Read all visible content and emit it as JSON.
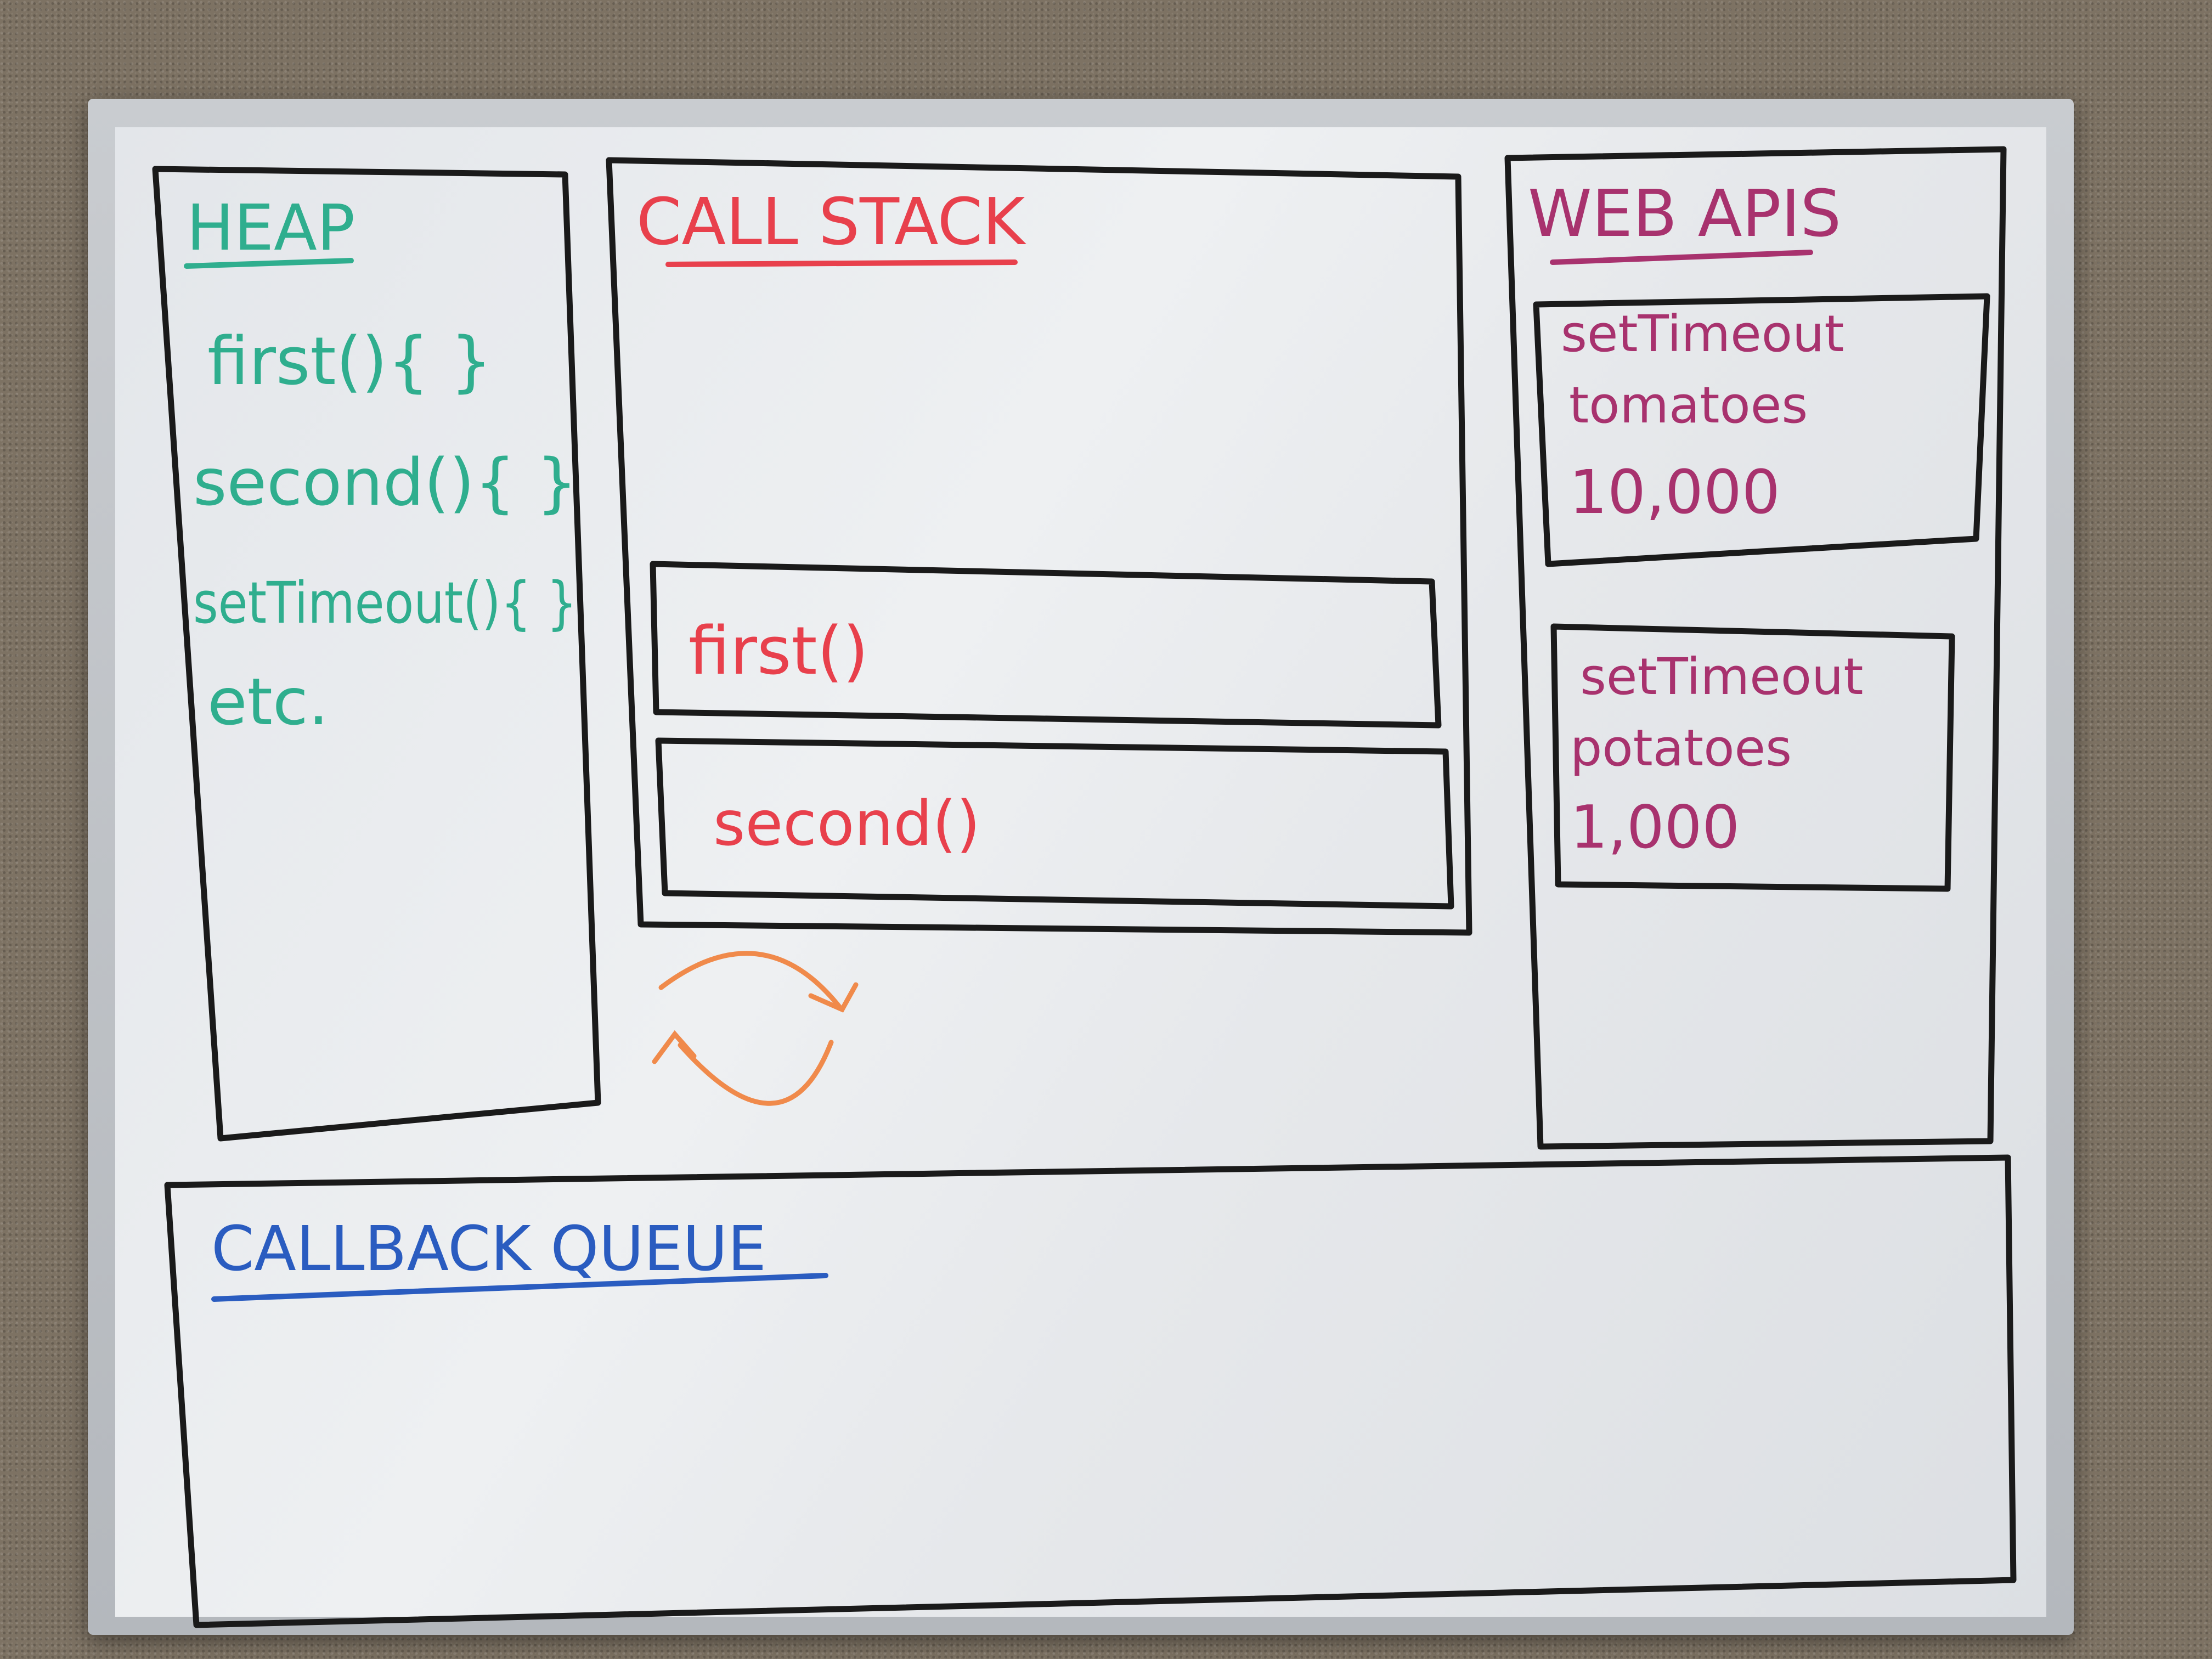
{
  "heap": {
    "title": "HEAP",
    "items": [
      "first(){ }",
      "second(){ }",
      "setTimeout(){ }",
      "etc."
    ]
  },
  "call_stack": {
    "title": "CALL STACK",
    "frames": [
      "first()",
      "second()"
    ]
  },
  "web_apis": {
    "title": "WEB APIS",
    "timers": [
      {
        "line1": "setTimeout",
        "line2": "tomatoes",
        "line3": "10,000"
      },
      {
        "line1": "setTimeout",
        "line2": "potatoes",
        "line3": "1,000"
      }
    ]
  },
  "callback_queue": {
    "title": "CALLBACK QUEUE"
  },
  "colors": {
    "heap": "#2fae8e",
    "call_stack": "#e8404c",
    "web_apis": "#a8326e",
    "callback_queue": "#2a5cc0",
    "event_loop": "#f08a4b",
    "box_stroke": "#1a1a1a"
  },
  "icons": {
    "event_loop": "circular-arrows-icon"
  }
}
